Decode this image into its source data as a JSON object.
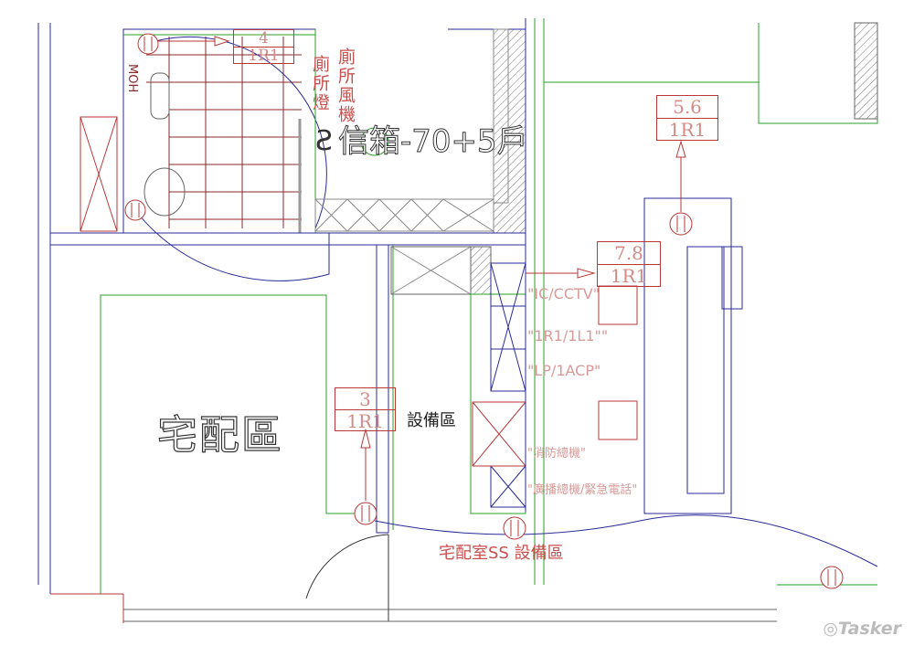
{
  "labels": {
    "toilet_light": "廁所燈",
    "toilet_fan": "廁所風機",
    "mailbox": "信箱-70+5戶",
    "mailbox_mark": "S",
    "delivery_area": "宅配區",
    "equipment_area": "設備區",
    "bottom_label": "宅配室SS 設備區",
    "ic_cctv": "\"IC/CCTV\"",
    "r1_l1": "\"1R1/1L1\"\"",
    "lp_acp": "\"LP/1ACP\"",
    "fire_panel": "\"消防總機\"",
    "broadcast": "\"廣播總機/緊急電話\"",
    "side_mark": "MOH"
  },
  "tags": [
    {
      "num": "4",
      "code": "1R1"
    },
    {
      "num": "5.6",
      "code": "1R1"
    },
    {
      "num": "7.8",
      "code": "1R1"
    },
    {
      "num": "3",
      "code": "1R1"
    }
  ],
  "watermark": "Tasker"
}
